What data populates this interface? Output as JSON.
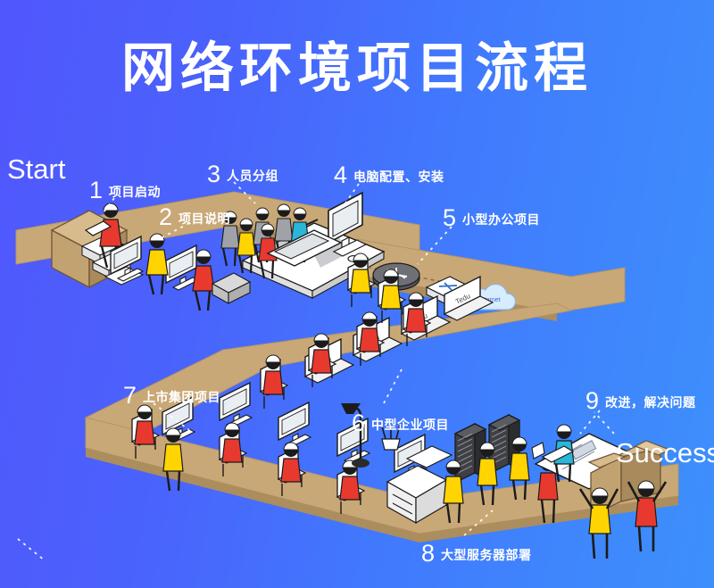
{
  "poster": {
    "title": "网络环境项目流程",
    "background_gradient_from": "#5157fd",
    "background_gradient_to": "#3d90fc",
    "path_color": "#c9a877",
    "path_shadow_color": "#a88c5f"
  },
  "markers": {
    "start": "Start",
    "success": "Success"
  },
  "steps": [
    {
      "num": "1",
      "label": "项目启动",
      "scene": "worker-with-clipboard-and-boxes"
    },
    {
      "num": "2",
      "label": "项目说明",
      "scene": "worker-at-desktop-computer"
    },
    {
      "num": "3",
      "label": "人员分组",
      "scene": "team-grouped-around-planning-table"
    },
    {
      "num": "4",
      "label": "电脑配置、安装",
      "scene": "monitor-and-laptop-setup"
    },
    {
      "num": "5",
      "label": "小型办公项目",
      "scene": "router-switch-internet-cloud"
    },
    {
      "num": "6",
      "label": "中型企业项目",
      "scene": "row-of-office-workstations"
    },
    {
      "num": "7",
      "label": "上市集团项目",
      "scene": "row-of-tedu-laptop-desks"
    },
    {
      "num": "8",
      "label": "大型服务器部署",
      "scene": "server-racks-and-blueprint-table"
    },
    {
      "num": "9",
      "label": "改进，解决问题",
      "scene": "engineer-reviewing-documents"
    }
  ],
  "scene_objects": {
    "start_box": "cardboard-box",
    "success_box": "open-cardboard-box",
    "laptop_screen_text": "Tedu",
    "cloud_label": "Internet",
    "network_devices": [
      "router",
      "switch",
      "internet-cloud"
    ]
  },
  "palette": {
    "shirt_red": "#e8392f",
    "shirt_yellow": "#ffd400",
    "shirt_cyan": "#29b6d8",
    "shirt_grey": "#9fa3a8",
    "device_white": "#ffffff",
    "outline": "#1b1b1b",
    "box_face_light": "#d8bb8c",
    "box_face_mid": "#c3a271",
    "box_face_dark": "#a98a5c",
    "server_dark": "#4b4b4f"
  }
}
